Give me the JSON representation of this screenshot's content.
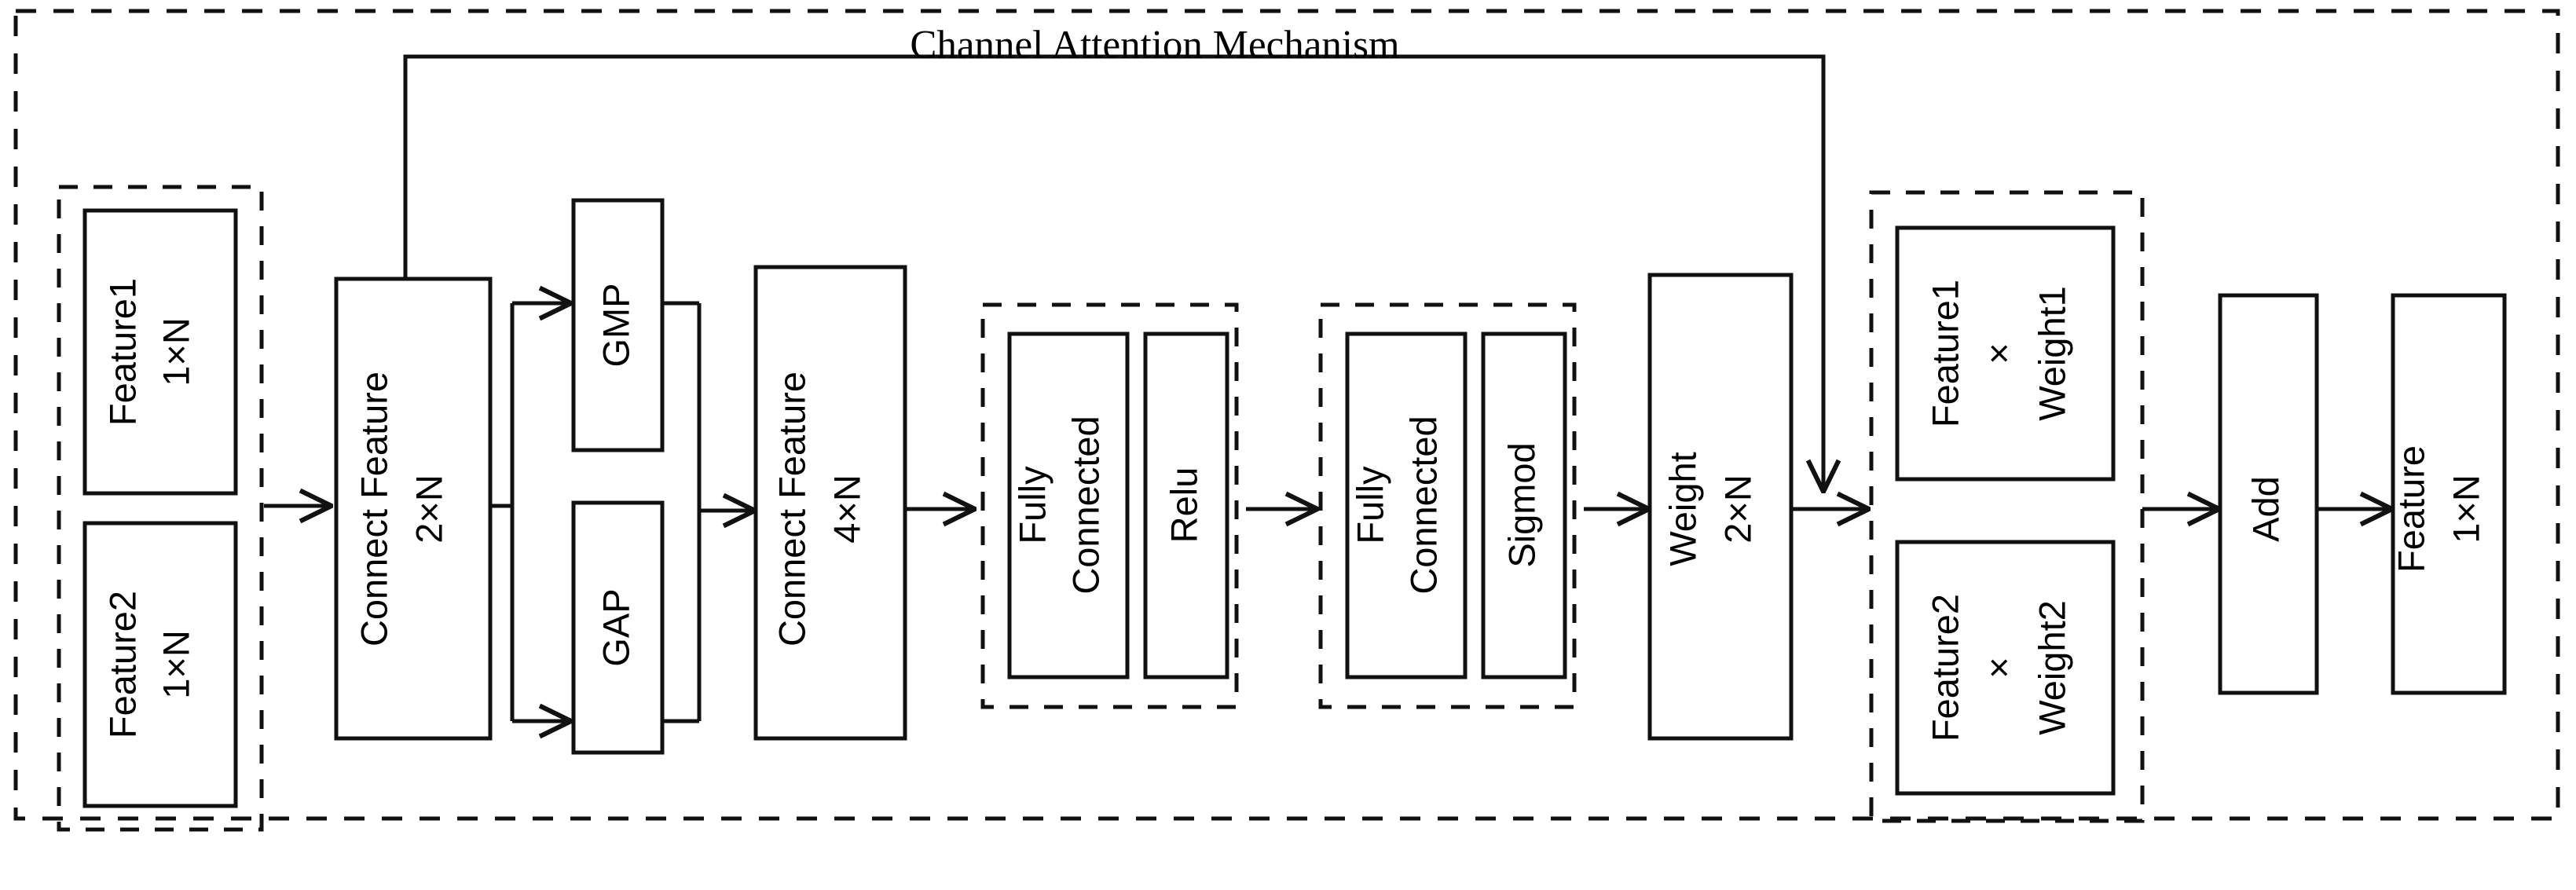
{
  "figure": {
    "title": "Channel Attention Mechanism",
    "type": "block-diagram",
    "background": "#ffffff",
    "stroke_color": "#111111"
  },
  "groups": {
    "outer": {
      "name": "outer-dashed-frame"
    },
    "inputs": {
      "name": "input-features-group"
    },
    "fc_relu": {
      "name": "fully-connected-relu-group"
    },
    "fc_sigmod": {
      "name": "fully-connected-sigmod-group"
    },
    "weighted": {
      "name": "weighted-features-group"
    }
  },
  "blocks": {
    "feature1_in": {
      "line1": "Feature1",
      "line2": "1×N"
    },
    "feature2_in": {
      "line1": "Feature2",
      "line2": "1×N"
    },
    "connect_feature_2n": {
      "line1": "Connect Feature",
      "line2": "2×N"
    },
    "gmp": {
      "line1": "GMP"
    },
    "gap": {
      "line1": "GAP"
    },
    "connect_feature_4n": {
      "line1": "Connect Feature",
      "line2": "4×N"
    },
    "fully_connected_1": {
      "line1": "Fully",
      "line2": "Connected"
    },
    "relu": {
      "line1": "Relu"
    },
    "fully_connected_2": {
      "line1": "Fully",
      "line2": "Connected"
    },
    "sigmod": {
      "line1": "Sigmod"
    },
    "weight_2n": {
      "line1": "Weight",
      "line2": "2×N"
    },
    "feature1_weight1": {
      "line1": "Feature1",
      "line2": "×",
      "line3": "Weight1"
    },
    "feature2_weight2": {
      "line1": "Feature2",
      "line2": "×",
      "line3": "Weight2"
    },
    "add": {
      "line1": "Add"
    },
    "feature_out": {
      "line1": "Feature",
      "line2": "1×N"
    }
  }
}
